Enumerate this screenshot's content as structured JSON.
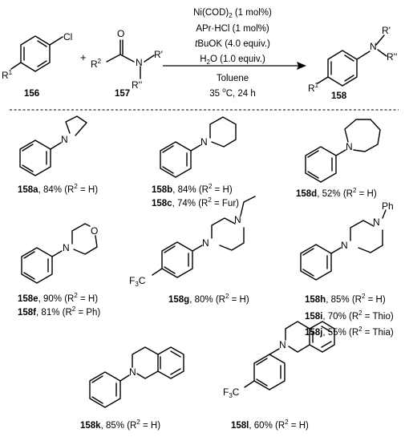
{
  "reaction": {
    "conditions": [
      {
        "pre": "Ni(COD)",
        "sub": "2",
        "post": " (1 mol%)"
      },
      {
        "pre": "APr·HCl (1 mol%)"
      },
      {
        "ital": "t",
        "pre": "BuOK (4.0 equiv.)"
      },
      {
        "pre": "H",
        "sub": "2",
        "post": "O (1.0 equiv.)"
      }
    ],
    "solvent": "Toluene",
    "temp": {
      "pre": "35 ",
      "sup": "o",
      "post": "C, 24 h"
    },
    "plus": "+",
    "reactant1": {
      "number": "156",
      "substituent": "Cl",
      "r": "R",
      "r_sup": "1"
    },
    "reactant2": {
      "number": "157",
      "r2": "R",
      "r2_sup": "2",
      "o": "O",
      "n": "N",
      "r_prime": "R'",
      "r_dprime": "R''"
    },
    "product": {
      "number": "158",
      "n": "N",
      "r": "R",
      "r_sup": "1",
      "r_prime": "R'",
      "r_dprime": "R''"
    }
  },
  "products": [
    {
      "id": "158a",
      "yield": ", 84% (R",
      "r2": " = H)",
      "sup": "2"
    },
    {
      "id": "158b",
      "yield": ", 84% (R",
      "r2": " = H)",
      "sup": "2"
    },
    {
      "id": "158c",
      "yield": ", 74% (R",
      "r2": " = Fur)",
      "sup": "2"
    },
    {
      "id": "158d",
      "yield": ", 52% (R",
      "r2": " = H)",
      "sup": "2"
    },
    {
      "id": "158e",
      "yield": ", 90% (R",
      "r2": " = H)",
      "sup": "2"
    },
    {
      "id": "158f",
      "yield": ", 81% (R",
      "r2": " = Ph)",
      "sup": "2"
    },
    {
      "id": "158g",
      "yield": ", 80% (R",
      "r2": " = H)",
      "sup": "2"
    },
    {
      "id": "158h",
      "yield": ", 85% (R",
      "r2": " = H)",
      "sup": "2"
    },
    {
      "id": "158i",
      "yield": ", 70% (R",
      "r2": " = Thio)",
      "sup": "2"
    },
    {
      "id": "158j",
      "yield": ", 55% (R",
      "r2": " = Thia)",
      "sup": "2"
    },
    {
      "id": "158k",
      "yield": ", 85% (R",
      "r2": " = H)",
      "sup": "2"
    },
    {
      "id": "158l",
      "yield": ", 60% (R",
      "r2": " = H)",
      "sup": "2"
    }
  ],
  "atoms": {
    "N": "N",
    "O": "O",
    "Ph": "Ph",
    "cf3": {
      "pre": "F",
      "sub": "3",
      "post": "C"
    }
  }
}
